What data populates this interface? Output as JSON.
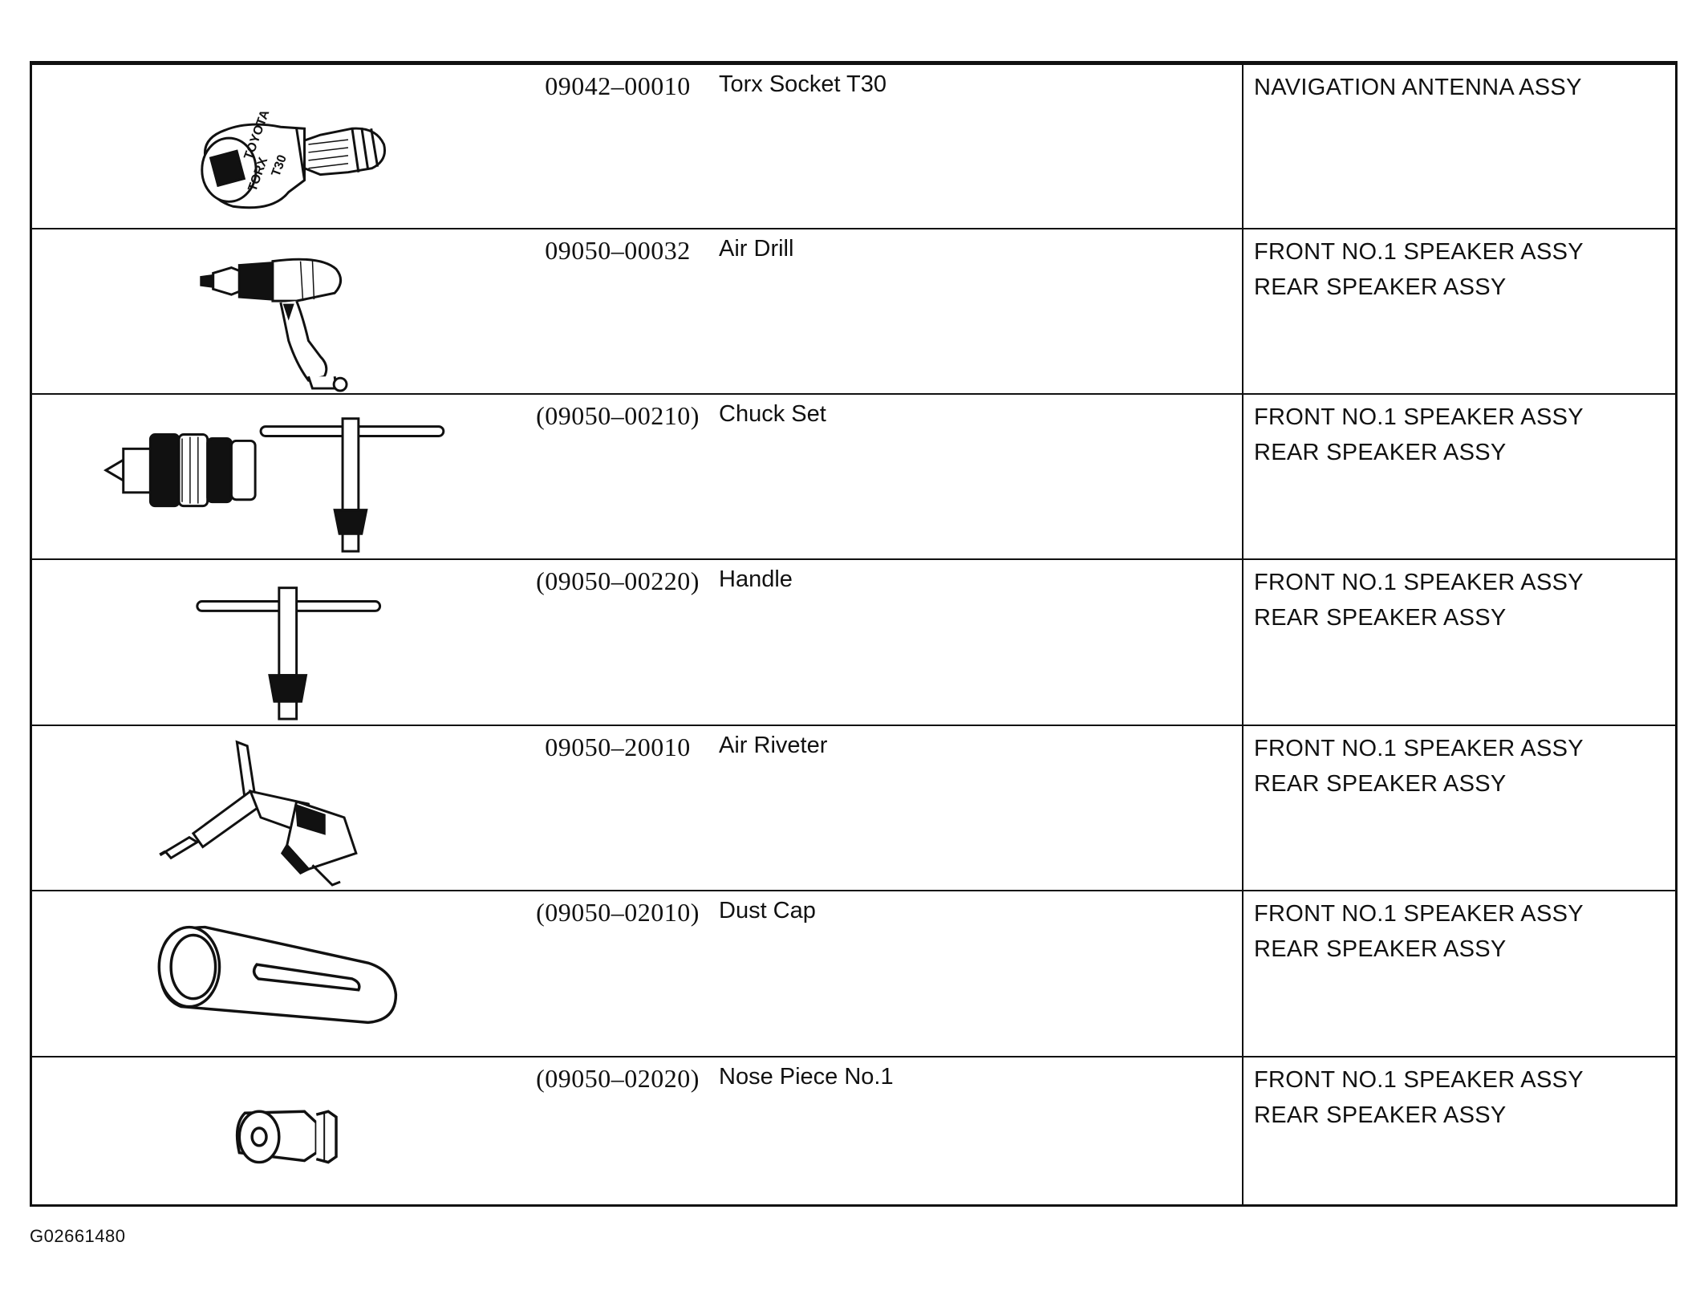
{
  "rows": [
    {
      "part_no": "09042–00010",
      "name": "Torx Socket T30",
      "usage": [
        "NAVIGATION ANTENNA ASSY"
      ],
      "illustration": "torx-socket-icon"
    },
    {
      "part_no": "09050–00032",
      "name": "Air Drill",
      "usage": [
        "FRONT NO.1 SPEAKER ASSY",
        "REAR SPEAKER ASSY"
      ],
      "illustration": "air-drill-icon"
    },
    {
      "part_no": "(09050–00210)",
      "name": "Chuck Set",
      "usage": [
        "FRONT NO.1 SPEAKER ASSY",
        "REAR SPEAKER ASSY"
      ],
      "illustration": "chuck-set-icon"
    },
    {
      "part_no": "(09050–00220)",
      "name": "Handle",
      "usage": [
        "FRONT NO.1 SPEAKER ASSY",
        "REAR SPEAKER ASSY"
      ],
      "illustration": "chuck-handle-icon"
    },
    {
      "part_no": "09050–20010",
      "name": "Air Riveter",
      "usage": [
        "FRONT NO.1 SPEAKER ASSY",
        "REAR SPEAKER ASSY"
      ],
      "illustration": "air-riveter-icon"
    },
    {
      "part_no": "(09050–02010)",
      "name": "Dust Cap",
      "usage": [
        "FRONT NO.1 SPEAKER ASSY",
        "REAR SPEAKER ASSY"
      ],
      "illustration": "dust-cap-icon"
    },
    {
      "part_no": "(09050–02020)",
      "name": "Nose Piece No.1",
      "usage": [
        "FRONT NO.1 SPEAKER ASSY",
        "REAR SPEAKER ASSY"
      ],
      "illustration": "nose-piece-icon"
    }
  ],
  "socket_marking": [
    "TOYOTA",
    "TORX",
    "T30"
  ],
  "figure_id": "G02661480",
  "colors": {
    "ink": "#111111",
    "paper": "#ffffff"
  }
}
